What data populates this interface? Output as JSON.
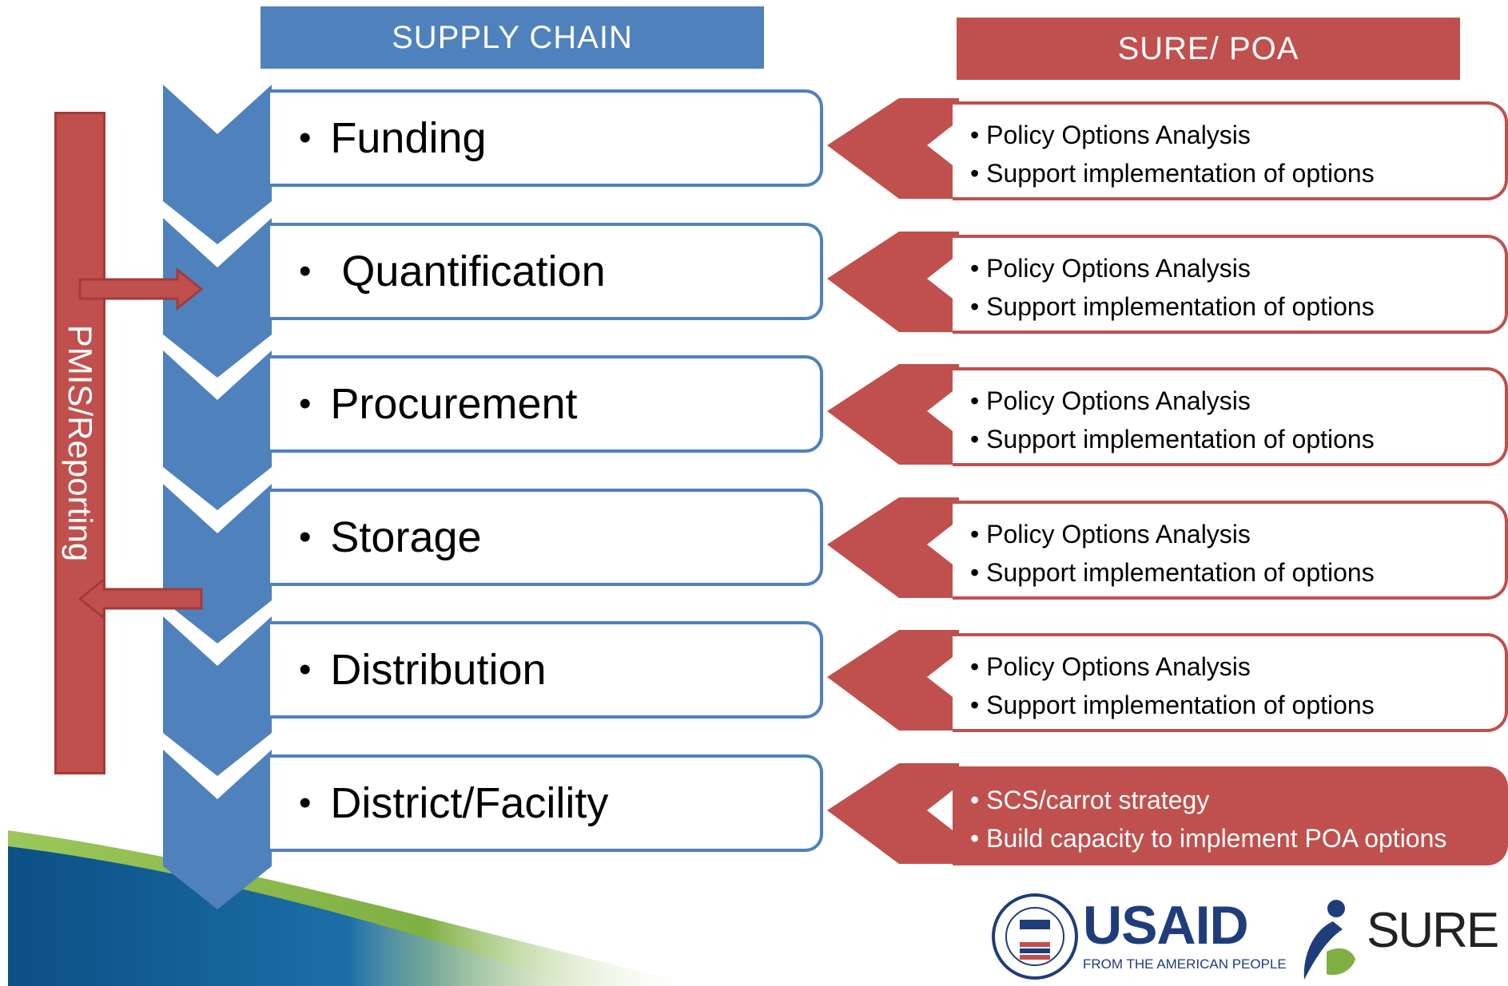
{
  "headers": {
    "supply_chain": "SUPPLY CHAIN",
    "sure_poa": "SURE/ POA"
  },
  "side_bar": {
    "label": "PMIS/Reporting"
  },
  "supply_chain": [
    {
      "label": "Funding"
    },
    {
      "label": "Quantification"
    },
    {
      "label": "Procurement"
    },
    {
      "label": "Storage"
    },
    {
      "label": "Distribution"
    },
    {
      "label": "District/Facility"
    }
  ],
  "poa": [
    {
      "lines": [
        "Policy Options Analysis",
        "Support implementation of options"
      ]
    },
    {
      "lines": [
        "Policy Options Analysis",
        "Support implementation of options"
      ]
    },
    {
      "lines": [
        "Policy Options Analysis",
        "Support implementation of options"
      ]
    },
    {
      "lines": [
        "Policy Options Analysis",
        "Support implementation of options"
      ]
    },
    {
      "lines": [
        "Policy Options Analysis",
        "Support implementation of options"
      ]
    },
    {
      "lines": [
        "SCS/carrot strategy",
        "Build capacity to implement POA options"
      ],
      "highlighted": true
    }
  ],
  "logos": {
    "usaid": "USAID",
    "usaid_tagline": "FROM THE AMERICAN PEOPLE",
    "sure": "SURE"
  },
  "colors": {
    "blue": "#4f81bd",
    "red": "#c0504d",
    "navy": "#1f3d7a",
    "green": "#7fb043"
  }
}
